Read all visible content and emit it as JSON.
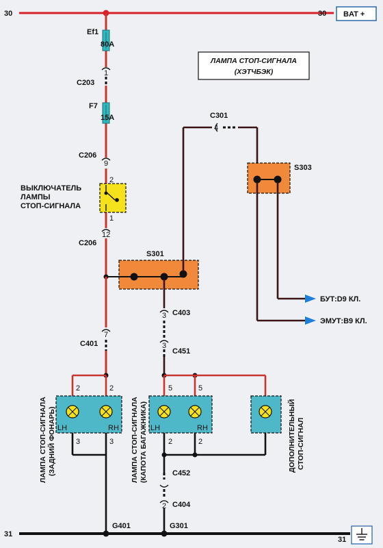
{
  "rails": {
    "top_left": "30",
    "top_right": "30",
    "bat": "BAT +",
    "bottom_left": "31",
    "bottom_right": "31"
  },
  "title": {
    "line1": "ЛАМПА СТОП-СИГНАЛА",
    "line2": "(ХЭТЧБЭК)"
  },
  "fuses": {
    "ef1_name": "Ef1",
    "ef1_rating": "80A",
    "f7_name": "F7",
    "f7_rating": "15A"
  },
  "connectors": {
    "c203": "C203",
    "c206_top": "C206",
    "c206_top_pin": "9",
    "c206_bottom": "C206",
    "c206_bottom_pin": "12",
    "c301": "C301",
    "c301_pin": "4",
    "c401": "C401",
    "c401_pin": "7",
    "c403": "C403",
    "c403_pin": "3",
    "c451": "C451",
    "c451_pin": "3",
    "c452": "C452",
    "c404": "C404",
    "c404_pin": "2",
    "c203_pin": "1"
  },
  "switch": {
    "line1": "ВЫКЛЮЧАТЕЛЬ",
    "line2": "ЛАМПЫ",
    "line3": "СТОП-СИГНАЛА",
    "pin_top": "2",
    "pin_bottom": "1"
  },
  "splices": {
    "s301": "S301",
    "s303": "S303"
  },
  "outputs": {
    "but": "БУТ:D9 КЛ.",
    "emut": "ЭМУТ:B9 КЛ."
  },
  "lamps": {
    "rear_line1": "ЛАМПА СТОП-СИГНАЛА",
    "rear_line2": "(ЗАДНИЙ ФОНАРЬ)",
    "trunk_line1": "ЛАМПА СТОП-СИГНАЛА",
    "trunk_line2": "(КАПОТА БАГАЖНИКА)",
    "extra_line1": "ДОПОЛНИТЕЛЬНЫЙ",
    "extra_line2": "СТОП-СИГНАЛ",
    "lh": "LH",
    "rh": "RH",
    "pin2": "2",
    "pin3": "3",
    "pin5": "5"
  },
  "grounds": {
    "g401": "G401",
    "g301": "G301"
  },
  "colors": {
    "rail": "#d8202a",
    "wire_red": "#c8342e",
    "wire_dark": "#3a1414",
    "splice_fill": "#f08a3a",
    "lamp_fill": "#4fb8c8",
    "switch_fill": "#f5e21a",
    "fuse_fill": "#2fb8c0",
    "arrow": "#1f7fd8"
  }
}
